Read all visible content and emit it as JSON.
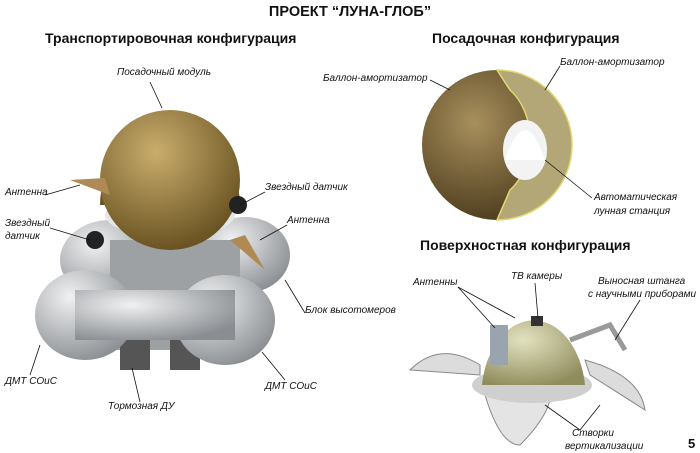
{
  "title": "ПРОЕКТ “ЛУНА-ГЛОБ”",
  "sections": {
    "transport": "Транспортировочная конфигурация",
    "landing": "Посадочная конфигурация",
    "surface": "Поверхностная конфигурация"
  },
  "transport_labels": {
    "landing_module": "Посадочный модуль",
    "antenna_left": "Антенна",
    "star_sensor_right": "Звездный датчик",
    "star_sensor_left_1": "Звездный",
    "star_sensor_left_2": "датчик",
    "antenna_right": "Антенна",
    "altimeter_block": "Блок высотомеров",
    "dmt_left": "ДМТ СОиС",
    "dmt_right": "ДМТ СОиС",
    "brake_engine": "Тормозная ДУ"
  },
  "landing_labels": {
    "balloon_left": "Баллон-амортизатор",
    "balloon_right": "Баллон-амортизатор",
    "station_1": "Автоматическая",
    "station_2": "лунная станция"
  },
  "surface_labels": {
    "antennas": "Антенны",
    "tv_cameras": "ТВ камеры",
    "boom_1": "Выносная штанга",
    "boom_2": "с научными приборами",
    "petals_1": "Створки",
    "petals_2": "вертикализации"
  },
  "page_number": "5",
  "colors": {
    "dome": "#8a7135",
    "tank": "#bfc3c6",
    "lander": "#b9b88e"
  }
}
